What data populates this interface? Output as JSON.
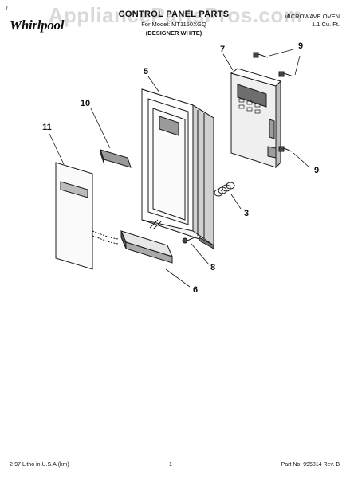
{
  "header": {
    "brand": "Whirlpool",
    "registered_mark": "r",
    "title": "CONTROL PANEL PARTS",
    "model_line": "For Model: MT1150XGQ",
    "color_line": "(DESIGNER WHITE)",
    "product": "MICROWAVE OVEN",
    "capacity": "1.1 Cu. Ft.",
    "watermark": "AppliancePartsPros.com"
  },
  "callouts": [
    {
      "id": "c7",
      "label": "7"
    },
    {
      "id": "c9a",
      "label": "9"
    },
    {
      "id": "c5",
      "label": "5"
    },
    {
      "id": "c10",
      "label": "10"
    },
    {
      "id": "c11",
      "label": "11"
    },
    {
      "id": "c9b",
      "label": "9"
    },
    {
      "id": "c3",
      "label": "3"
    },
    {
      "id": "c8",
      "label": "8"
    },
    {
      "id": "c6",
      "label": "6"
    }
  ],
  "footer": {
    "litho": "2-97 Litho in U.S.A.(km)",
    "page": "1",
    "part_no": "Part No. 995814 Rev. B"
  },
  "colors": {
    "line": "#1a1a1a",
    "shade": "#8c8c8c",
    "light": "#d9d9d9"
  }
}
